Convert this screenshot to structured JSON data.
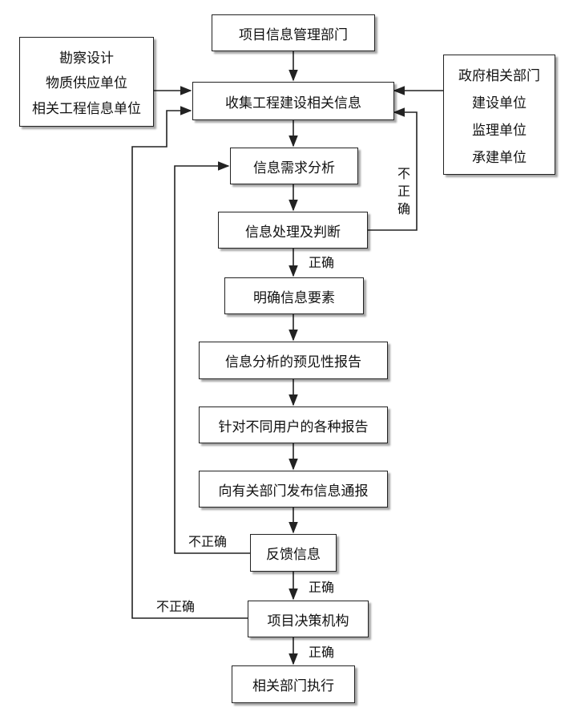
{
  "nodes": {
    "project_info_dept": "项目信息管理部门",
    "collect_info": "收集工程建设相关信息",
    "info_demand": "信息需求分析",
    "info_process": "信息处理及判断",
    "info_elements": "明确信息要素",
    "forecast_report": "信息分析的预见性报告",
    "user_reports": "针对不同用户的各种报告",
    "publish_notice": "向有关部门发布信息通报",
    "feedback": "反馈信息",
    "decision_body": "项目决策机构",
    "dept_execute": "相关部门执行"
  },
  "left_sources": [
    "勘察设计",
    "物质供应单位",
    "相关工程信息单位"
  ],
  "right_sources": [
    "政府相关部门",
    "建设单位",
    "监理单位",
    "承建单位"
  ],
  "edge_labels": {
    "correct_1": "正确",
    "correct_2": "正确",
    "correct_3": "正确",
    "incorrect_feedback": "不正确",
    "incorrect_decision": "不正确",
    "incorrect_process": [
      "不",
      "正",
      "确"
    ]
  }
}
